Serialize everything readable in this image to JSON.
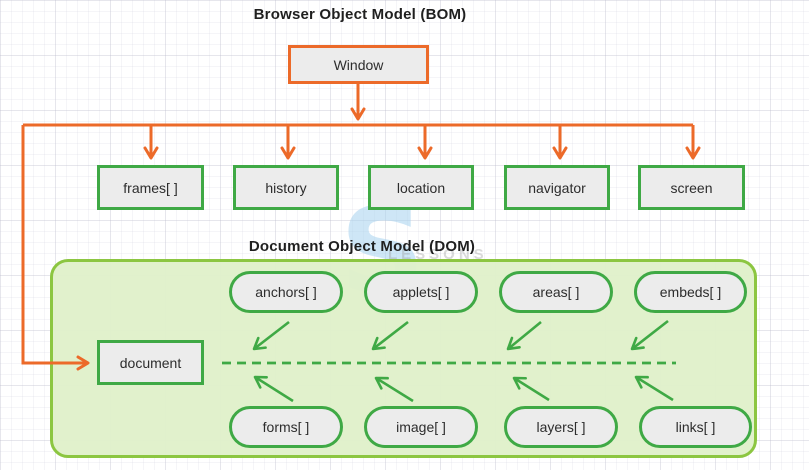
{
  "titles": {
    "bom": "Browser Object Model (BOM)",
    "dom": "Document Object Model (DOM)"
  },
  "bom": {
    "root_label": "Window",
    "children": [
      "frames[ ]",
      "history",
      "location",
      "navigator",
      "screen"
    ]
  },
  "dom": {
    "document_label": "document",
    "top_pills": [
      "anchors[ ]",
      "applets[ ]",
      "areas[ ]",
      "embeds[ ]"
    ],
    "bottom_pills": [
      "forms[ ]",
      "image[ ]",
      "layers[ ]",
      "links[ ]"
    ]
  },
  "watermark": {
    "letter": "S",
    "text": "LESSONS"
  },
  "colors": {
    "orange": "#ec6a29",
    "green": "#3fa945",
    "container_border": "#8cc641",
    "container_fill": "#e0f0ca",
    "box_fill": "#ececec"
  }
}
